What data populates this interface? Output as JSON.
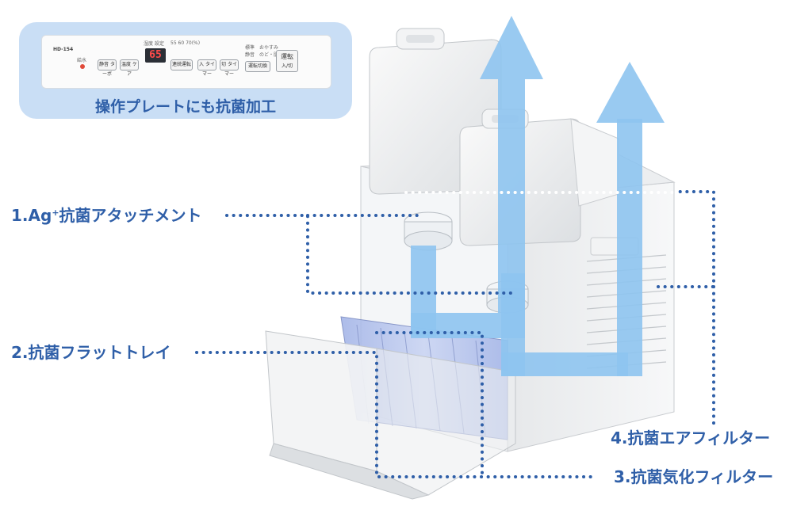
{
  "panel": {
    "caption": "操作プレートにも抗菌加工",
    "model": "HD-154",
    "power_text": "給水",
    "display_value": "65",
    "humidity_header": "湿度 設定",
    "humidity_scale": "55 60 70(%)",
    "buttons": {
      "continuous": "連続運転",
      "off_timer": "入 タイマー",
      "on_timer": "切 タイマー",
      "mode_switch": "運転切換",
      "run": "運転",
      "run_sub": "入/切",
      "btn_a": "静音 ターボ",
      "btn_b": "温度 ケア"
    },
    "mode_labels": [
      "標準",
      "おやすみ",
      "静音",
      "のど・肌"
    ]
  },
  "labels": {
    "attachment": "1.Ag",
    "attachment_sup": "+",
    "attachment_rest": "抗菌アタッチメント",
    "tray": "2.抗菌フラットトレイ",
    "evap_filter": "3.抗菌気化フィルター",
    "air_filter": "4.抗菌エアフィルター"
  },
  "colors": {
    "label_blue": "#2f5fa8",
    "dot_blue": "#2f5fa8",
    "arrow_blue": "#8ec4f0",
    "panel_bg": "#c9def5"
  }
}
